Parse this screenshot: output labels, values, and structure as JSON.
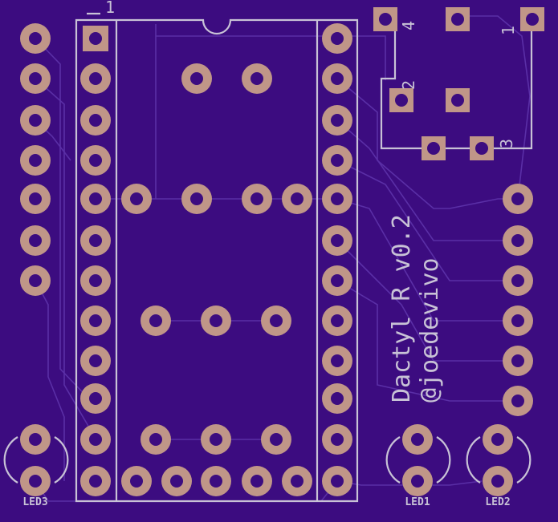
{
  "board": {
    "colors": {
      "substrate": "#3c0c80",
      "trace": "#5a2fa6",
      "silkscreen": "#c8c2d6",
      "pad": "#c09688",
      "drill": "#3c0c80"
    }
  },
  "silkscreen": {
    "title": "Dactyl R v0.2",
    "author": "@joedevivo",
    "ic_pin1_marker": "1",
    "switch_pins": {
      "p1": "1",
      "p2": "2",
      "p3": "3",
      "p4": "4"
    },
    "led_labels": {
      "led1": "LED1",
      "led2": "LED2",
      "led3": "LED3"
    }
  }
}
